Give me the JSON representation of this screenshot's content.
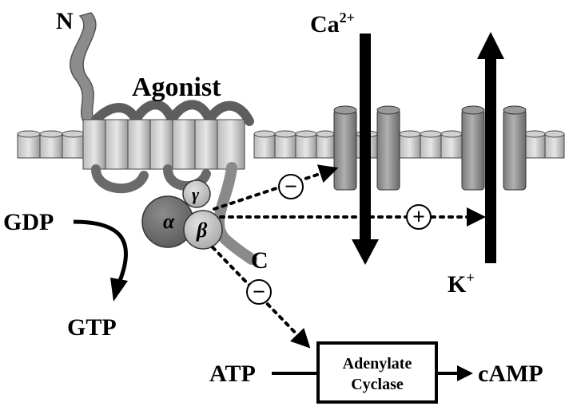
{
  "labels": {
    "n_terminus": "N",
    "c_terminus": "C",
    "agonist": "Agonist",
    "calcium": "Ca",
    "calcium_charge": "2+",
    "potassium": "K",
    "potassium_charge": "+",
    "gdp": "GDP",
    "gtp": "GTP",
    "atp": "ATP",
    "camp": "cAMP",
    "enzyme_line1": "Adenylate",
    "enzyme_line2": "Cyclase"
  },
  "subunits": {
    "alpha": "α",
    "beta": "β",
    "gamma": "γ"
  },
  "signs": {
    "inhibit_ca": "−",
    "activate_k": "+",
    "inhibit_ac": "−"
  },
  "colors": {
    "helix_light": "#c8c8c8",
    "helix_dark": "#6e6e6e",
    "membrane": "#a9a9a9",
    "channel": "#8a8a8a",
    "alpha_fill": "#707070",
    "beta_gamma_fill": "#c4c4c4",
    "arrow": "#000000"
  }
}
